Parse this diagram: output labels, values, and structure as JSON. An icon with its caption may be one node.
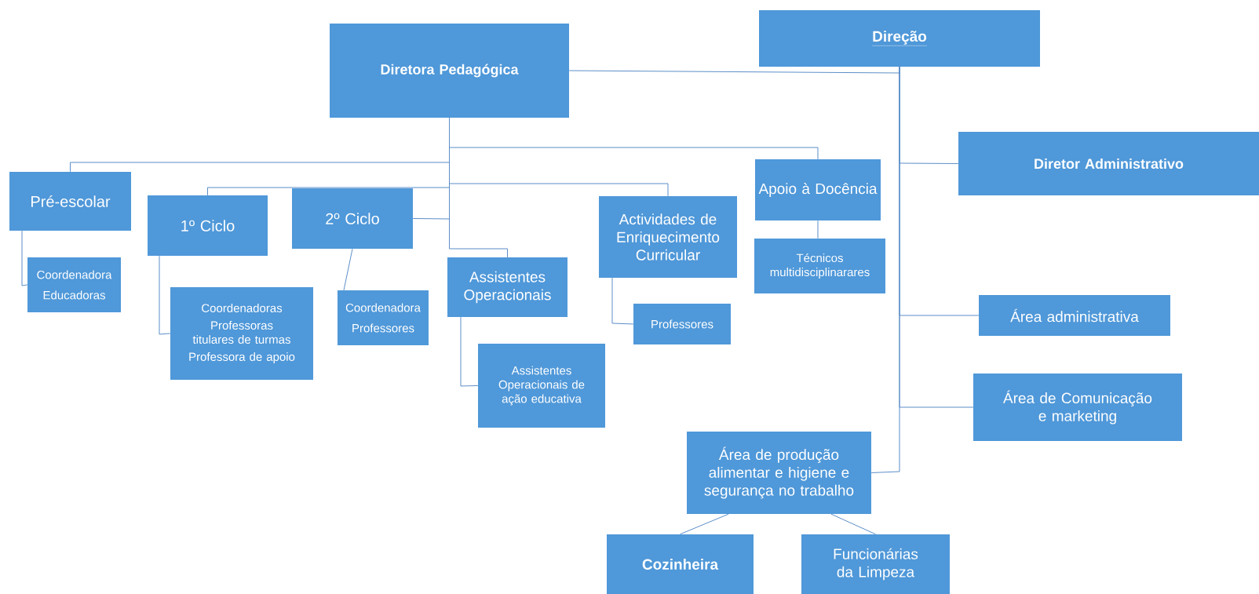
{
  "diagram": {
    "nodes": [
      {
        "text": [
          "Direção"
        ]
      },
      {
        "text": [
          "Diretora Pedagógica"
        ]
      },
      {
        "text": [
          "Diretor Administrativo"
        ]
      },
      {
        "text": [
          "Pré-escolar"
        ]
      },
      {
        "text": [
          "Coordenadora",
          "Educadoras"
        ]
      },
      {
        "text": [
          "1º Ciclo"
        ]
      },
      {
        "text": [
          "Coordenadoras",
          "Professoras titulares de turmas",
          "Professora de apoio"
        ]
      },
      {
        "text": [
          "2º Ciclo"
        ]
      },
      {
        "text": [
          "Coordenadora",
          "Professores"
        ]
      },
      {
        "text": [
          "Assistentes Operacionais"
        ]
      },
      {
        "text": [
          "Assistentes Operacionais de ação educativa"
        ]
      },
      {
        "text": [
          "Actividades de Enriquecimento Curricular"
        ]
      },
      {
        "text": [
          "Professores"
        ]
      },
      {
        "text": [
          "Apoio à Docência"
        ]
      },
      {
        "text": [
          "Técnicos multidisciplinarares"
        ]
      },
      {
        "text": [
          "Área administrativa"
        ]
      },
      {
        "text": [
          "Área de Comunicação e marketing"
        ]
      },
      {
        "text": [
          "Área de produção alimentar e higiene e segurança no trabalho"
        ]
      },
      {
        "text": [
          "Cozinheira"
        ]
      },
      {
        "text": [
          "Funcionárias da Limpeza"
        ]
      }
    ],
    "edges": [
      {
        "from": 0,
        "to": 1,
        "arrow": "none"
      },
      {
        "from": 0,
        "to": 2,
        "arrow": "none"
      },
      {
        "from": 0,
        "to": 15,
        "arrow": "none"
      },
      {
        "from": 0,
        "to": 16,
        "arrow": "none"
      },
      {
        "from": 0,
        "to": 17,
        "arrow": "none"
      },
      {
        "from": 1,
        "to": 3,
        "arrow": "none"
      },
      {
        "from": 1,
        "to": 5,
        "arrow": "none"
      },
      {
        "from": 1,
        "to": 7,
        "arrow": "none"
      },
      {
        "from": 1,
        "to": 9,
        "arrow": "none"
      },
      {
        "from": 1,
        "to": 11,
        "arrow": "none"
      },
      {
        "from": 1,
        "to": 13,
        "arrow": "none"
      },
      {
        "from": 3,
        "to": 4,
        "arrow": "none"
      },
      {
        "from": 5,
        "to": 6,
        "arrow": "none"
      },
      {
        "from": 7,
        "to": 8,
        "arrow": "none"
      },
      {
        "from": 9,
        "to": 10,
        "arrow": "none"
      },
      {
        "from": 11,
        "to": 12,
        "arrow": "none"
      },
      {
        "from": 13,
        "to": 14,
        "arrow": "none"
      },
      {
        "from": 17,
        "to": 18,
        "arrow": "none"
      },
      {
        "from": 17,
        "to": 19,
        "arrow": "none"
      }
    ]
  }
}
